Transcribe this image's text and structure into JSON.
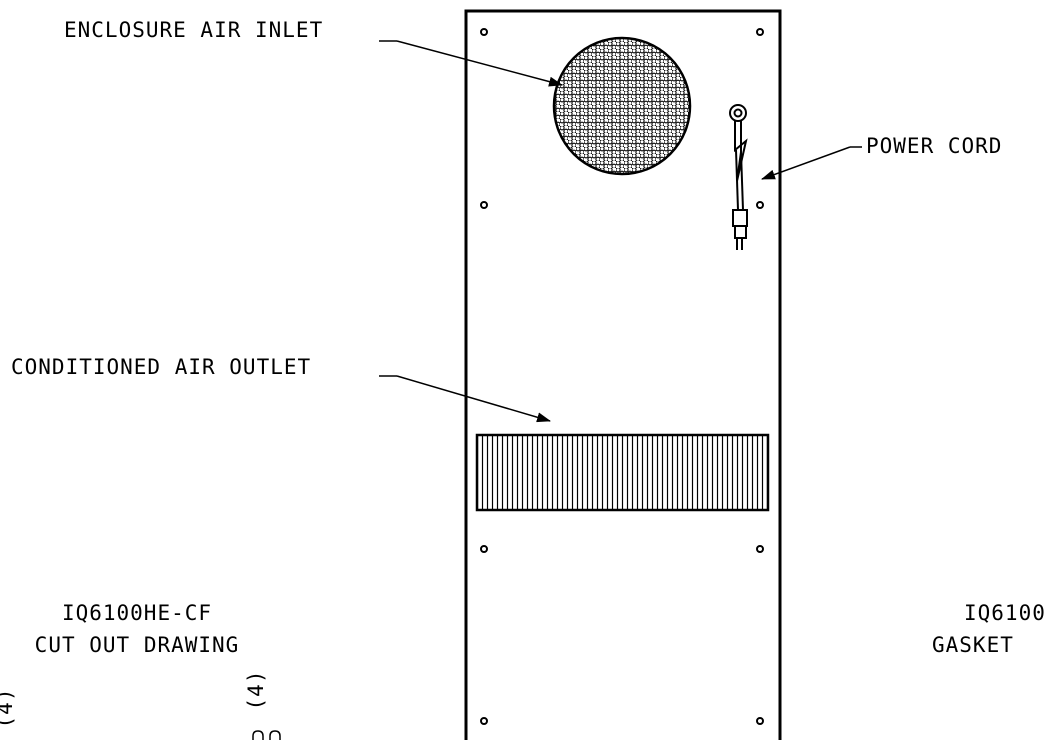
{
  "labels": {
    "enclosure_air_inlet": "ENCLOSURE AIR INLET",
    "power_cord": "POWER CORD",
    "conditioned_air_outlet": "CONDITIONED AIR OUTLET",
    "cutout_model": "IQ6100HE-CF",
    "cutout_title": "CUT OUT DRAWING",
    "gasket_model": "IQ6100",
    "gasket_title": "GASKET",
    "qty_a": "(4)",
    "qty_b": "(4)"
  },
  "colors": {
    "ink": "#000000",
    "paper": "#ffffff"
  }
}
